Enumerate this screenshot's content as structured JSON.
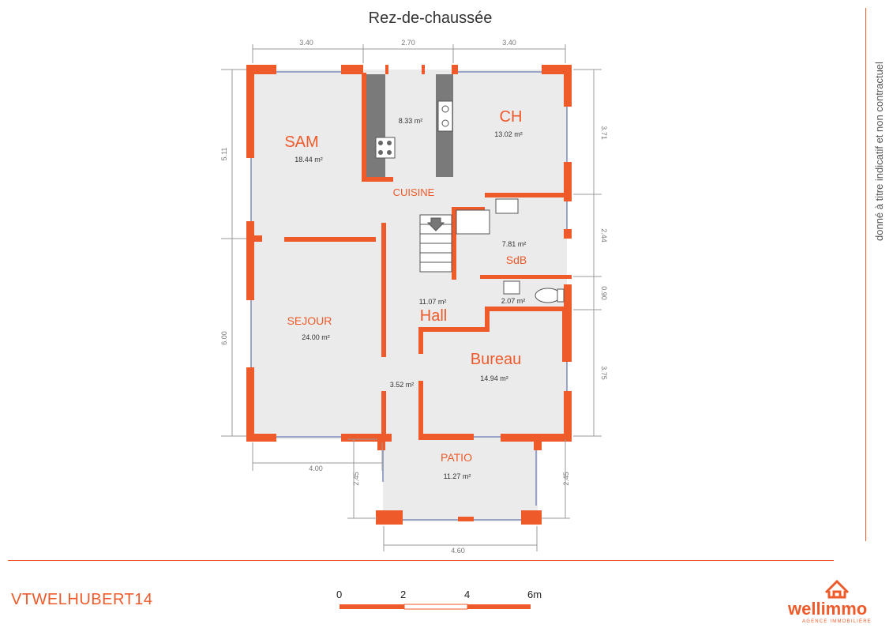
{
  "title": "Rez-de-chaussée",
  "disclaimer": "donné à titre indicatif et non contractuel",
  "reference": "VTWELHUBERT14",
  "brand": {
    "name": "wellimmo",
    "tagline": "AGENCE IMMOBILIÈRE"
  },
  "colors": {
    "wall": "#ef5a2a",
    "floor": "#ebebeb",
    "window": "#9aa4c8",
    "dim": "#999999"
  },
  "rooms": [
    {
      "id": "sam",
      "name": "SAM",
      "area": "18.44 m²"
    },
    {
      "id": "cuisine",
      "name": "CUISINE",
      "area": "8.33 m²"
    },
    {
      "id": "ch",
      "name": "CH",
      "area": "13.02 m²"
    },
    {
      "id": "sdb",
      "name": "SdB",
      "area": "7.81 m²"
    },
    {
      "id": "wc",
      "name": "",
      "area": "2.07 m²"
    },
    {
      "id": "hall",
      "name": "Hall",
      "area": "11.07 m²"
    },
    {
      "id": "sejour",
      "name": "SEJOUR",
      "area": "24.00 m²"
    },
    {
      "id": "bureau",
      "name": "Bureau",
      "area": "14.94 m²"
    },
    {
      "id": "couloir",
      "name": "",
      "area": "3.52 m²"
    },
    {
      "id": "patio",
      "name": "PATIO",
      "area": "11.27 m²"
    }
  ],
  "dimensions": {
    "top": [
      "3.40",
      "2.70",
      "3.40"
    ],
    "left": [
      "5.11",
      "6.00"
    ],
    "right": [
      "3.71",
      "2.44",
      "0.90",
      "3.75"
    ],
    "bottom_left": "4.00",
    "patio_left": "2.45",
    "patio_right": "2.45",
    "patio_bottom": "4.60"
  },
  "scale": {
    "labels": [
      "0",
      "2",
      "4",
      "6m"
    ]
  }
}
